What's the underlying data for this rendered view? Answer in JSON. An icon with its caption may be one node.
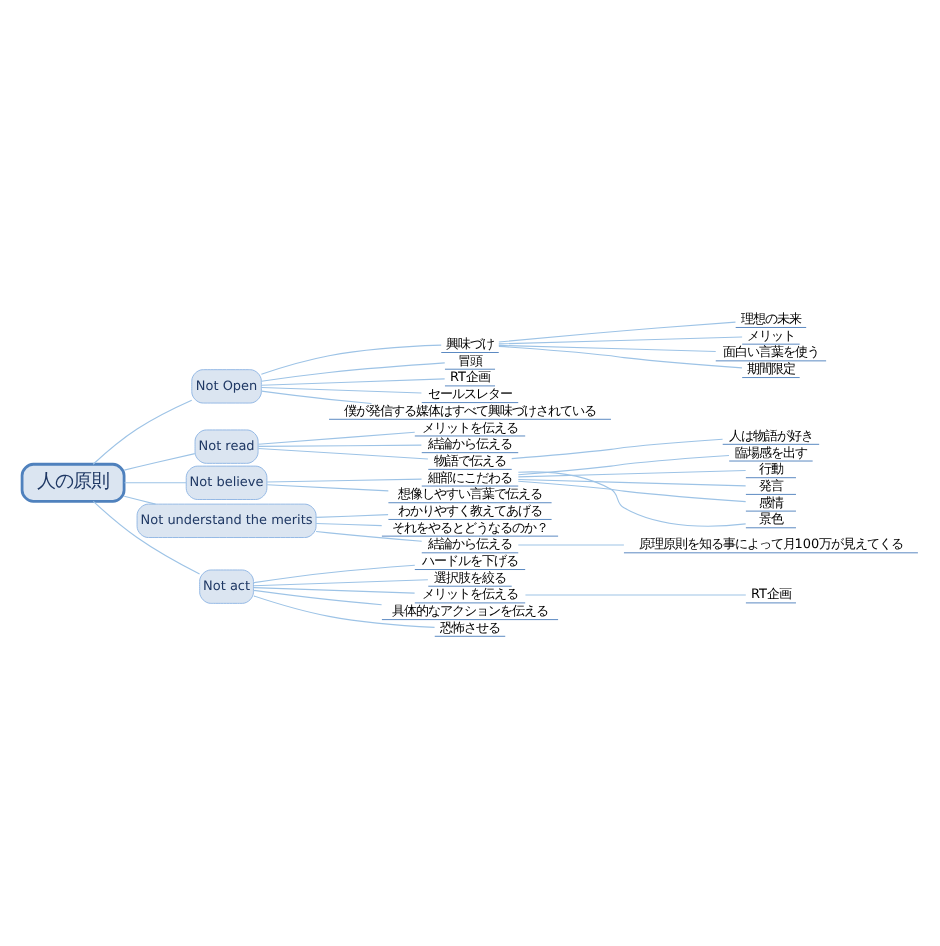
{
  "diagram": {
    "nodes": [
      {
        "text": [
          "人の原則"
        ]
      },
      {
        "text": [
          "Not Open"
        ]
      },
      {
        "text": [
          "興味づけ"
        ]
      },
      {
        "text": [
          "理想の未来"
        ]
      },
      {
        "text": [
          "メリット"
        ]
      },
      {
        "text": [
          "面白い言葉を使う"
        ]
      },
      {
        "text": [
          "期間限定"
        ]
      },
      {
        "text": [
          "冒頭"
        ]
      },
      {
        "text": [
          "RT企画"
        ]
      },
      {
        "text": [
          "セールスレター"
        ]
      },
      {
        "text": [
          "僕が発信する媒体はすべて興味づけされている"
        ]
      },
      {
        "text": [
          "Not read"
        ]
      },
      {
        "text": [
          "メリットを伝える"
        ]
      },
      {
        "text": [
          "結論から伝える"
        ]
      },
      {
        "text": [
          "物語で伝える"
        ]
      },
      {
        "text": [
          "人は物語が好き"
        ]
      },
      {
        "text": [
          "Not believe"
        ]
      },
      {
        "text": [
          "細部にこだわる"
        ]
      },
      {
        "text": [
          "臨場感を出す"
        ]
      },
      {
        "text": [
          "行動"
        ]
      },
      {
        "text": [
          "発言"
        ]
      },
      {
        "text": [
          "感情"
        ]
      },
      {
        "text": [
          "景色"
        ]
      },
      {
        "text": [
          "想像しやすい言葉で伝える"
        ]
      },
      {
        "text": [
          "Not understand the merits"
        ]
      },
      {
        "text": [
          "わかりやすく教えてあげる"
        ]
      },
      {
        "text": [
          "それをやるとどうなるのか？"
        ]
      },
      {
        "text": [
          "結論から伝える"
        ]
      },
      {
        "text": [
          "原理原則を知る事によって月100万が見えてくる"
        ]
      },
      {
        "text": [
          "Not act"
        ]
      },
      {
        "text": [
          "ハードルを下げる"
        ]
      },
      {
        "text": [
          "選択肢を絞る"
        ]
      },
      {
        "text": [
          "メリットを伝える"
        ]
      },
      {
        "text": [
          "RT企画"
        ]
      },
      {
        "text": [
          "具体的なアクションを伝える"
        ]
      },
      {
        "text": [
          "恐怖させる"
        ]
      }
    ],
    "edges": [
      {
        "from": 0,
        "to": 1,
        "arrow": "none"
      },
      {
        "from": 1,
        "to": 2,
        "arrow": "none"
      },
      {
        "from": 2,
        "to": 3,
        "arrow": "none"
      },
      {
        "from": 2,
        "to": 4,
        "arrow": "none"
      },
      {
        "from": 2,
        "to": 5,
        "arrow": "none"
      },
      {
        "from": 2,
        "to": 6,
        "arrow": "none"
      },
      {
        "from": 1,
        "to": 7,
        "arrow": "none"
      },
      {
        "from": 1,
        "to": 8,
        "arrow": "none"
      },
      {
        "from": 1,
        "to": 9,
        "arrow": "none"
      },
      {
        "from": 1,
        "to": 10,
        "arrow": "none"
      },
      {
        "from": 0,
        "to": 11,
        "arrow": "none"
      },
      {
        "from": 11,
        "to": 12,
        "arrow": "none"
      },
      {
        "from": 11,
        "to": 13,
        "arrow": "none"
      },
      {
        "from": 11,
        "to": 14,
        "arrow": "none"
      },
      {
        "from": 14,
        "to": 15,
        "arrow": "none"
      },
      {
        "from": 0,
        "to": 16,
        "arrow": "none"
      },
      {
        "from": 16,
        "to": 17,
        "arrow": "none"
      },
      {
        "from": 17,
        "to": 18,
        "arrow": "none"
      },
      {
        "from": 17,
        "to": 19,
        "arrow": "none"
      },
      {
        "from": 17,
        "to": 20,
        "arrow": "none"
      },
      {
        "from": 17,
        "to": 21,
        "arrow": "none"
      },
      {
        "from": 17,
        "to": 22,
        "arrow": "none"
      },
      {
        "from": 16,
        "to": 23,
        "arrow": "none"
      },
      {
        "from": 0,
        "to": 24,
        "arrow": "none"
      },
      {
        "from": 24,
        "to": 25,
        "arrow": "none"
      },
      {
        "from": 24,
        "to": 26,
        "arrow": "none"
      },
      {
        "from": 24,
        "to": 27,
        "arrow": "none"
      },
      {
        "from": 27,
        "to": 28,
        "arrow": "none"
      },
      {
        "from": 0,
        "to": 29,
        "arrow": "none"
      },
      {
        "from": 29,
        "to": 30,
        "arrow": "none"
      },
      {
        "from": 29,
        "to": 31,
        "arrow": "none"
      },
      {
        "from": 29,
        "to": 32,
        "arrow": "none"
      },
      {
        "from": 32,
        "to": 33,
        "arrow": "none"
      },
      {
        "from": 29,
        "to": 34,
        "arrow": "none"
      },
      {
        "from": 29,
        "to": 35,
        "arrow": "none"
      }
    ]
  }
}
